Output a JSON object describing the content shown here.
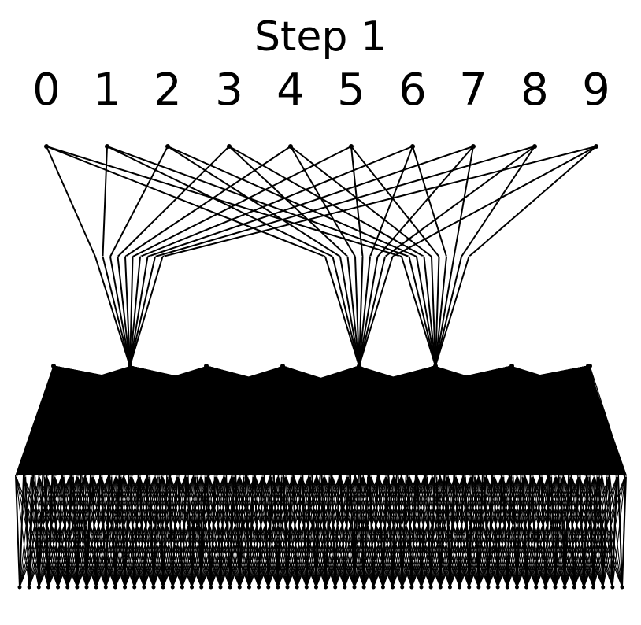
{
  "title": "Step 1",
  "input_labels": [
    "0",
    "1",
    "2",
    "3",
    "4",
    "5",
    "6",
    "7",
    "8",
    "9"
  ],
  "network": {
    "layer_sizes": [
      10,
      30,
      9,
      64
    ],
    "layer1_groups": [
      {
        "hub": 1,
        "inputs": [
          0,
          1,
          2,
          3,
          4,
          5,
          6,
          7,
          8,
          9
        ]
      },
      {
        "hub": 4,
        "inputs": [
          0,
          1,
          2,
          3,
          4,
          5,
          6,
          7,
          8,
          9
        ]
      },
      {
        "hub": 5,
        "inputs": [
          0,
          1,
          2,
          3,
          4,
          5,
          6,
          7,
          8,
          9
        ]
      }
    ],
    "edge_color": "#000000",
    "node_color": "#000000",
    "background": "#ffffff"
  }
}
